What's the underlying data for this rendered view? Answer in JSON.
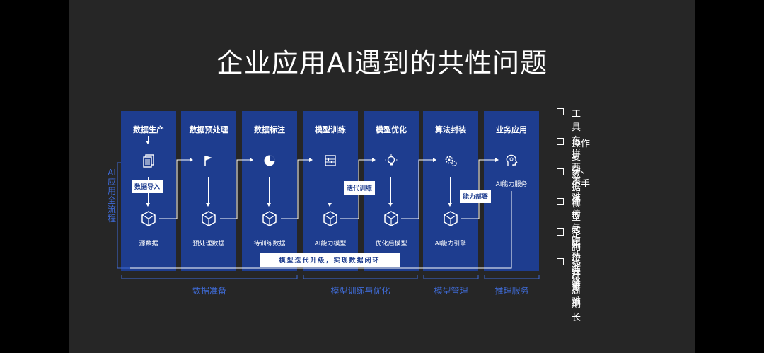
{
  "title": "企业应用AI遇到的共性问题",
  "side_label": "AI应用全流程",
  "columns": [
    {
      "title": "数据生产",
      "icon": "document-icon",
      "output": "源数据"
    },
    {
      "title": "数据预处理",
      "icon": "flag-icon",
      "output": "预处理数据"
    },
    {
      "title": "数据标注",
      "icon": "pie-chart-icon",
      "output": "待训练数据"
    },
    {
      "title": "模型训练",
      "icon": "abacus-icon",
      "output": "AI能力模型"
    },
    {
      "title": "模型优化",
      "icon": "lightbulb-icon",
      "output": "优化后模型"
    },
    {
      "title": "算法封装",
      "icon": "gears-icon",
      "output": "AI能力引擎"
    },
    {
      "title": "业务应用",
      "icon": "head-brain-icon",
      "output": "AI能力服务"
    }
  ],
  "tags": {
    "import": "数据导入",
    "iterate": "迭代训练",
    "deploy": "能力部署",
    "loop": "模型迭代升级，实现数据闭环"
  },
  "groups": [
    "数据准备",
    "模型训练与优化",
    "模型管理",
    "推理服务"
  ],
  "issues": [
    "工具东拼西凑",
    "操作复杂、上手难",
    "数据外传与隐私泄露",
    "模型效果持续难",
    "定制化开发难",
    "交付周期长"
  ],
  "colors": {
    "column": "#1e3d8f",
    "accent": "#3f6bd6",
    "background": "#262626"
  }
}
